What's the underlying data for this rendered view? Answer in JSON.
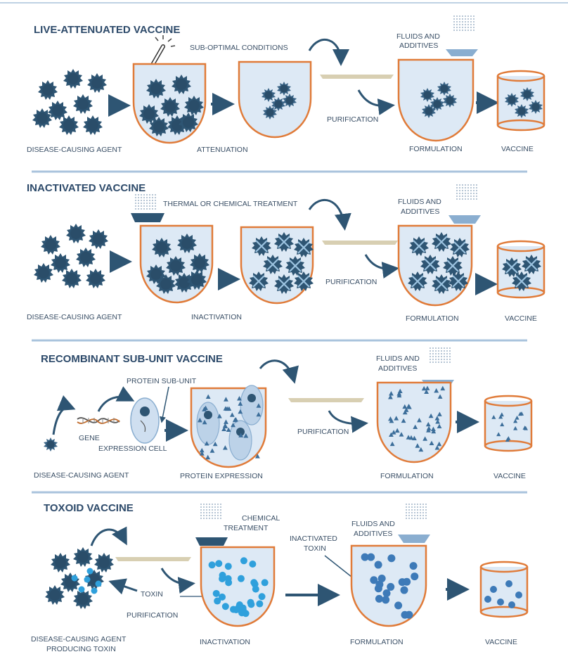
{
  "colors": {
    "title": "#2d4a6a",
    "label": "#3a4f66",
    "container_stroke": "#e07b39",
    "container_fill": "#dde9f5",
    "virus": "#2e5573",
    "arrow": "#2e5573",
    "divider": "#a9c3dc",
    "filter": "#d8cfb2",
    "toxin": "#2fa0dc",
    "protein": "#3c6e9a",
    "inactivated_toxin": "#3d7ab8"
  },
  "sections": {
    "live": {
      "title": "LIVE-ATTENUATED VACCINE",
      "labels": {
        "agent": "DISEASE-CAUSING AGENT",
        "attenuation": "ATTENUATION",
        "conditions": "SUB-OPTIMAL CONDITIONS",
        "purification": "PURIFICATION",
        "fluids_line1": "FLUIDS AND",
        "fluids_line2": "ADDITIVES",
        "formulation": "FORMULATION",
        "vaccine": "VACCINE"
      }
    },
    "inactivated": {
      "title": "INACTIVATED VACCINE",
      "labels": {
        "treatment": "THERMAL OR CHEMICAL TREATMENT",
        "agent": "DISEASE-CAUSING AGENT",
        "inactivation": "INACTIVATION",
        "purification": "PURIFICATION",
        "fluids_line1": "FLUIDS AND",
        "fluids_line2": "ADDITIVES",
        "formulation": "FORMULATION",
        "vaccine": "VACCINE"
      }
    },
    "recombinant": {
      "title": "RECOMBINANT SUB-UNIT VACCINE",
      "labels": {
        "protein_subunit": "PROTEIN SUB-UNIT",
        "gene": "GENE",
        "expression_cell": "EXPRESSION CELL",
        "agent": "DISEASE-CAUSING AGENT",
        "protein_expression": "PROTEIN EXPRESSION",
        "purification": "PURIFICATION",
        "fluids_line1": "FLUIDS AND",
        "fluids_line2": "ADDITIVES",
        "formulation": "FORMULATION",
        "vaccine": "VACCINE"
      }
    },
    "toxoid": {
      "title": "TOXOID VACCINE",
      "labels": {
        "chemical_line1": "CHEMICAL",
        "chemical_line2": "TREATMENT",
        "inactivated_toxin_line1": "INACTIVATED",
        "inactivated_toxin_line2": "TOXIN",
        "fluids_line1": "FLUIDS AND",
        "fluids_line2": "ADDITIVES",
        "toxin": "TOXIN",
        "purification": "PURIFICATION",
        "agent_line1": "DISEASE-CAUSING AGENT",
        "agent_line2": "PRODUCING TOXIN",
        "inactivation": "INACTIVATION",
        "formulation": "FORMULATION",
        "vaccine": "VACCINE"
      }
    }
  }
}
